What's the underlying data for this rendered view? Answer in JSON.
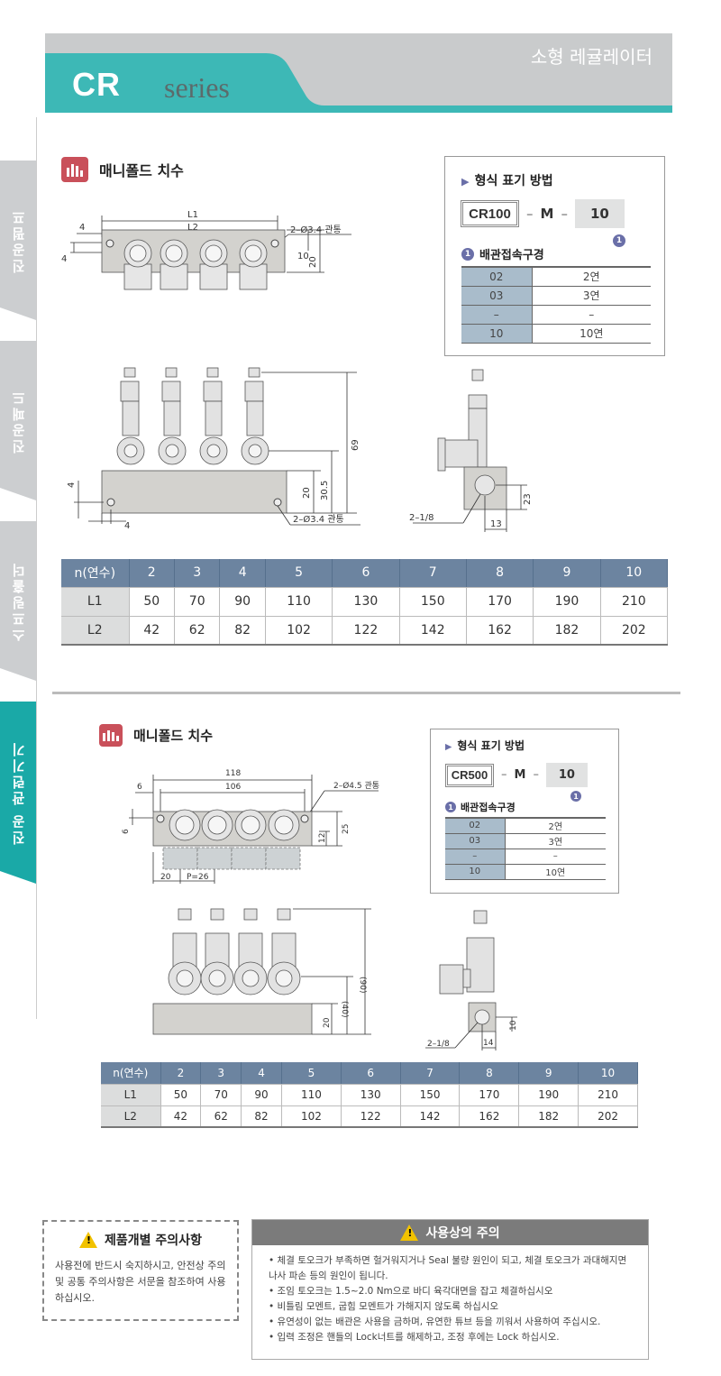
{
  "header": {
    "category": "소형 레귤레이터",
    "series_code": "CR",
    "series_word": "series"
  },
  "side_tabs": [
    {
      "label": "진공펌프"
    },
    {
      "label": "진공패드"
    },
    {
      "label": "스프링홀더"
    },
    {
      "label": "진공 관련기기"
    }
  ],
  "colors": {
    "teal": "#3db8b6",
    "tab_active": "#1aa9a7",
    "table_header": "#6c84a0",
    "code_cell": "#a9bccb",
    "icon_red": "#c9505a"
  },
  "section1": {
    "title": "매니폴드 치수",
    "ordering": {
      "title": "형식 표기 방법",
      "model": "CR100",
      "sep": "M",
      "number": "10",
      "marker": "1",
      "subtitle": "배관접속구경",
      "rows": [
        {
          "code": "02",
          "desc": "2연"
        },
        {
          "code": "03",
          "desc": "3연"
        },
        {
          "code": "–",
          "desc": "–"
        },
        {
          "code": "10",
          "desc": "10연"
        }
      ]
    },
    "drawing": {
      "l1": "L1",
      "l2": "L2",
      "d4a": "4",
      "d4b": "4",
      "d10": "10",
      "d20": "20",
      "hole": "2–Ø3.4 관통",
      "d69": "69",
      "d305": "30.5",
      "d20b": "20",
      "d4c": "4",
      "d4d": "4",
      "hole2": "2–Ø3.4 관통",
      "port": "2–1/8",
      "d13": "13",
      "d23": "23"
    },
    "table": {
      "header": [
        "n(연수)",
        "2",
        "3",
        "4",
        "5",
        "6",
        "7",
        "8",
        "9",
        "10"
      ],
      "rows": [
        [
          "L1",
          "50",
          "70",
          "90",
          "110",
          "130",
          "150",
          "170",
          "190",
          "210"
        ],
        [
          "L2",
          "42",
          "62",
          "82",
          "102",
          "122",
          "142",
          "162",
          "182",
          "202"
        ]
      ]
    }
  },
  "section2": {
    "title": "매니폴드 치수",
    "ordering": {
      "title": "형식 표기 방법",
      "model": "CR500",
      "sep": "M",
      "number": "10",
      "marker": "1",
      "subtitle": "배관접속구경",
      "rows": [
        {
          "code": "02",
          "desc": "2연"
        },
        {
          "code": "03",
          "desc": "3연"
        },
        {
          "code": "–",
          "desc": "–"
        },
        {
          "code": "10",
          "desc": "10연"
        }
      ]
    },
    "drawing": {
      "w118": "118",
      "w106": "106",
      "d6a": "6",
      "d6b": "6",
      "hole": "2–Ø4.5 관통",
      "d25": "25",
      "d12": "12",
      "d20": "20",
      "pitch": "P=26",
      "h90": "(90)",
      "h40": "(40)",
      "h20": "20",
      "port": "2–1/8",
      "d14": "14",
      "d10": "10"
    },
    "table": {
      "header": [
        "n(연수)",
        "2",
        "3",
        "4",
        "5",
        "6",
        "7",
        "8",
        "9",
        "10"
      ],
      "rows": [
        [
          "L1",
          "50",
          "70",
          "90",
          "110",
          "130",
          "150",
          "170",
          "190",
          "210"
        ],
        [
          "L2",
          "42",
          "62",
          "82",
          "102",
          "122",
          "142",
          "162",
          "182",
          "202"
        ]
      ]
    }
  },
  "notes": {
    "product_title": "제품개별 주의사항",
    "product_text": "사용전에 반드시 숙지하시고, 안전상 주의 및 공통 주의사항은 서문을 참조하여 사용하십시오.",
    "usage_title": "사용상의 주의",
    "usage_items": [
      "체결 토오크가 부족하면 헐거워지거나 Seal 불량 원인이  되고, 체결 토오크가 과대해지면 나사 파손 등의 원인이 됩니다.",
      "조임 토오크는 1.5~2.0 Nm으로 바디 육각대면을 잡고 체결하십시오",
      "비틀림 모멘트, 굽힘 모멘트가 가해지지 않도록 하십시오",
      "유연성이 없는 배관은 사용을 금하며, 유연한 튜브 등을  끼워서 사용하여 주십시오.",
      "입력 조정은 핸들의 Lock너트를  해제하고, 조정 후에는 Lock 하십시오."
    ]
  }
}
